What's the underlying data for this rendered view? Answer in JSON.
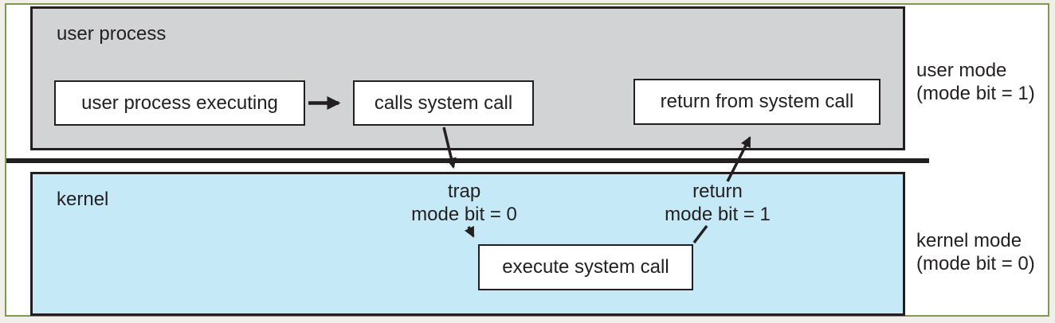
{
  "colors": {
    "canvas_bg": "#f0efeb",
    "frame_border": "#7d9b49",
    "user_region_fill": "#d1d3d4",
    "kernel_region_fill": "#c6e9f8",
    "node_fill": "#ffffff",
    "ink": "#231f20"
  },
  "diagram": {
    "regions": {
      "user_label": "user process",
      "kernel_label": "kernel"
    },
    "nodes": {
      "user_process_executing": "user process executing",
      "calls_system_call": "calls system call",
      "return_from_system_call": "return from system call",
      "execute_system_call": "execute system call"
    },
    "annotations": {
      "trap_line1": "trap",
      "trap_line2": "mode bit = 0",
      "return_line1": "return",
      "return_line2": "mode bit = 1"
    },
    "side_labels": {
      "user_mode_line1": "user mode",
      "user_mode_line2": "(mode bit = 1)",
      "kernel_mode_line1": "kernel mode",
      "kernel_mode_line2": "(mode bit = 0)"
    }
  }
}
